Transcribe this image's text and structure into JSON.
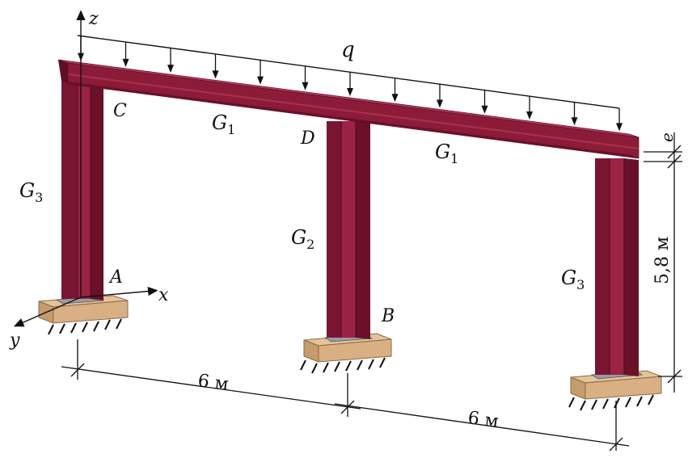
{
  "labels": {
    "z": "z",
    "x": "x",
    "y": "y",
    "q": "q",
    "C": "C",
    "D": "D",
    "A": "A",
    "B": "B",
    "G1_left": {
      "base": "G",
      "sub": "1"
    },
    "G1_right": {
      "base": "G",
      "sub": "1"
    },
    "G2": {
      "base": "G",
      "sub": "2"
    },
    "G3_left": {
      "base": "G",
      "sub": "3"
    },
    "G3_right": {
      "base": "G",
      "sub": "3"
    },
    "e": "e"
  },
  "dimensions": {
    "span_left": "6 м",
    "span_right": "6 м",
    "height": "5,8 м"
  },
  "colors": {
    "steel": "#8c1b3a",
    "steel_dark": "#5e0f26",
    "steel_light": "#a8304f",
    "footing": "#d9b48a",
    "footing_dark": "#b58a5c",
    "plate": "#b8b8c0"
  },
  "load": {
    "arrow_count": 13
  }
}
